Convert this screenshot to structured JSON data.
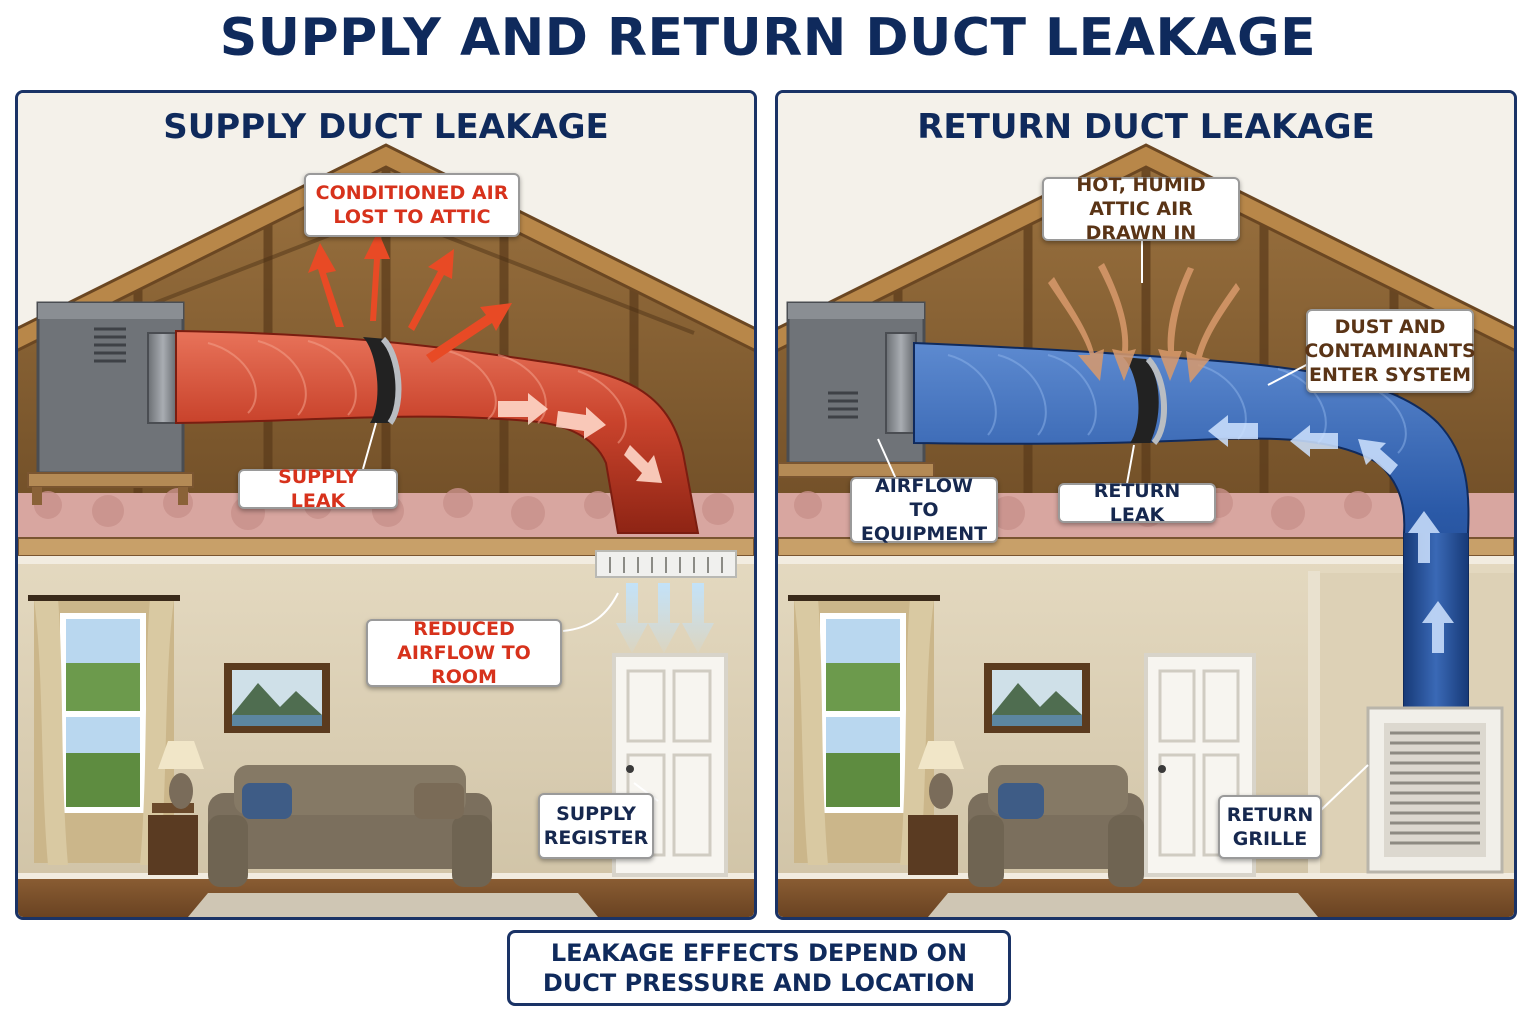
{
  "title": "SUPPLY AND RETURN DUCT LEAKAGE",
  "supply": {
    "title": "SUPPLY DUCT LEAKAGE",
    "callouts": {
      "conditioned_air": "CONDITIONED AIR LOST TO ATTIC",
      "supply_leak": "SUPPLY LEAK",
      "reduced_airflow": "REDUCED AIRFLOW TO ROOM",
      "supply_register": "SUPPLY REGISTER"
    },
    "duct_color": "#c9432c"
  },
  "return": {
    "title": "RETURN DUCT LEAKAGE",
    "callouts": {
      "hot_humid": "HOT, HUMID ATTIC AIR DRAWN IN",
      "dust": "DUST AND CONTAMINANTS ENTER SYSTEM",
      "airflow_equipment": "AIRFLOW TO EQUIPMENT",
      "return_leak": "RETURN LEAK",
      "return_grille": "RETURN GRILLE"
    },
    "duct_color": "#2b5aa8"
  },
  "footer": "LEAKAGE EFFECTS DEPEND ON DUCT PRESSURE AND LOCATION",
  "colors": {
    "navy": "#0f2a5c",
    "supply_red": "#d7321c",
    "wood": "#8a5a2b",
    "wall": "#d8ccb0"
  }
}
